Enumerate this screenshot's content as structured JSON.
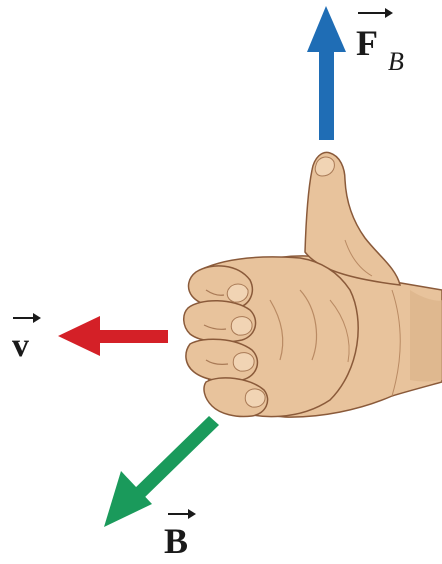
{
  "labels": {
    "force": {
      "main": "F",
      "subscript": "B"
    },
    "velocity": {
      "main": "v"
    },
    "field": {
      "main": "B"
    }
  },
  "colors": {
    "force_arrow": "#1f6db5",
    "velocity_arrow": "#d42027",
    "field_arrow": "#1a9a5b",
    "skin": "#e8c39c",
    "skin_shadow": "#b98a63",
    "outline": "#8a5a3a"
  },
  "icons": {
    "hand": "thumbs-up-hand-icon"
  }
}
